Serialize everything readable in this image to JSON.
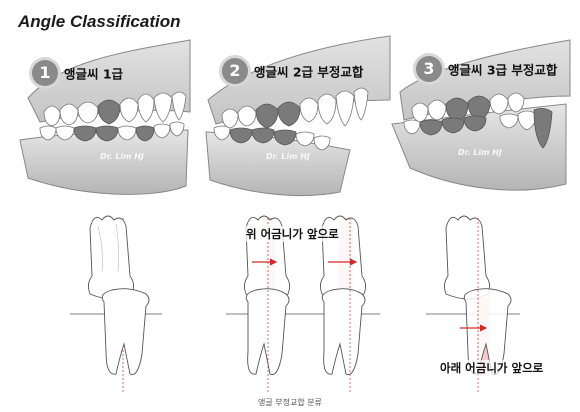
{
  "title": "Angle Classification",
  "panels": [
    {
      "number": "1",
      "label": "앵글씨 1급"
    },
    {
      "number": "2",
      "label": "앵글씨 2급 부정교합"
    },
    {
      "number": "3",
      "label": "앵글씨 3급 부정교합"
    }
  ],
  "watermark": "Dr. Lim HJ",
  "notes": {
    "upper_forward": "위 어금니가 앞으로",
    "lower_forward": "아래 어금니가 앞으로"
  },
  "caption": "앵글 부정교합 분류",
  "colors": {
    "gum": "#c9c9c9",
    "tooth": "#ffffff",
    "highlight_tooth": "#7a7a7a",
    "marker": "#f2b8b8",
    "arrow": "#d22a2a"
  }
}
